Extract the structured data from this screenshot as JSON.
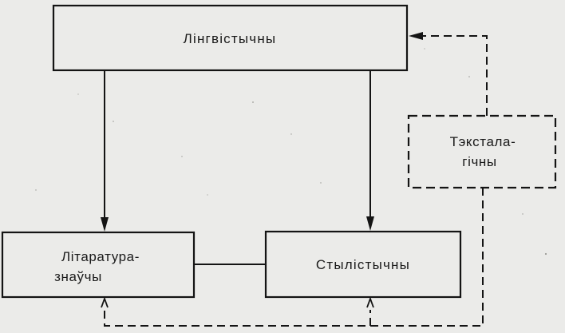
{
  "nodes": {
    "linguistic": {
      "label": "Лінгвістычны"
    },
    "textological": {
      "lines": [
        "Тэкстала-",
        "гічны"
      ]
    },
    "literary": {
      "lines": [
        "Літаратура-",
        "знаўчы"
      ]
    },
    "stylistic": {
      "label": "Стылістычны"
    }
  },
  "edges": [
    {
      "from": "linguistic",
      "to": "literary",
      "style": "solid",
      "arrow": true
    },
    {
      "from": "linguistic",
      "to": "stylistic",
      "style": "solid",
      "arrow": true
    },
    {
      "from": "literary",
      "to": "stylistic",
      "style": "solid",
      "arrow": false
    },
    {
      "from": "textological",
      "to": "linguistic",
      "style": "dashed",
      "arrow": true
    },
    {
      "from": "textological",
      "to": "literary",
      "style": "dashed",
      "arrow": true
    },
    {
      "from": "textological",
      "to": "stylistic",
      "style": "dashed",
      "arrow": true
    }
  ],
  "colors": {
    "background": "#ebebe9",
    "ink": "#141414"
  }
}
